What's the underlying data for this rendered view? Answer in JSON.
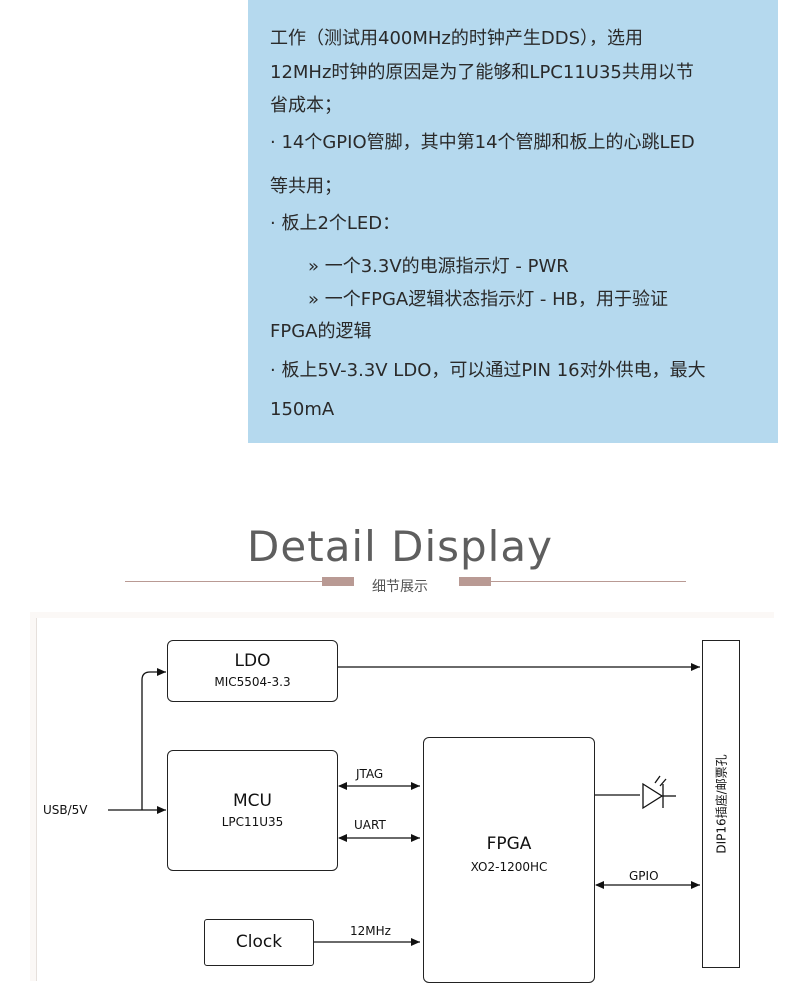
{
  "spec": {
    "line_0": "工作（测试用400MHz的时钟产生DDS），选用",
    "line_1": "12MHz时钟的原因是为了能够和LPC11U35共用以节",
    "line_2": "省成本；",
    "line_3": "· 14个GPIO管脚，其中第14个管脚和板上的心跳LED",
    "line_4": "等共用；",
    "line_5": "· 板上2个LED：",
    "line_6": "» 一个3.3V的电源指示灯 - PWR",
    "line_7": "» 一个FPGA逻辑状态指示灯 - HB，用于验证",
    "line_8": "FPGA的逻辑",
    "line_9": "· 板上5V-3.3V LDO，可以通过PIN 16对外供电，最大",
    "line_10": "150mA"
  },
  "section": {
    "title": "Detail  Display",
    "subtitle": "细节展示"
  },
  "diagram": {
    "ldo_title": "LDO",
    "ldo_sub": "MIC5504-3.3",
    "mcu_title": "MCU",
    "mcu_sub": "LPC11U35",
    "fpga_title": "FPGA",
    "fpga_sub": "XO2-1200HC",
    "clock_title": "Clock",
    "usb_label": "USB/5V",
    "jtag_label": "JTAG",
    "uart_label": "UART",
    "clk_freq_label": "12MHz",
    "gpio_label": "GPIO",
    "dip_label": "DIP16插座/邮票孔"
  },
  "colors": {
    "spec_bg": "#b5d9ee",
    "rule": "#b99a94"
  }
}
